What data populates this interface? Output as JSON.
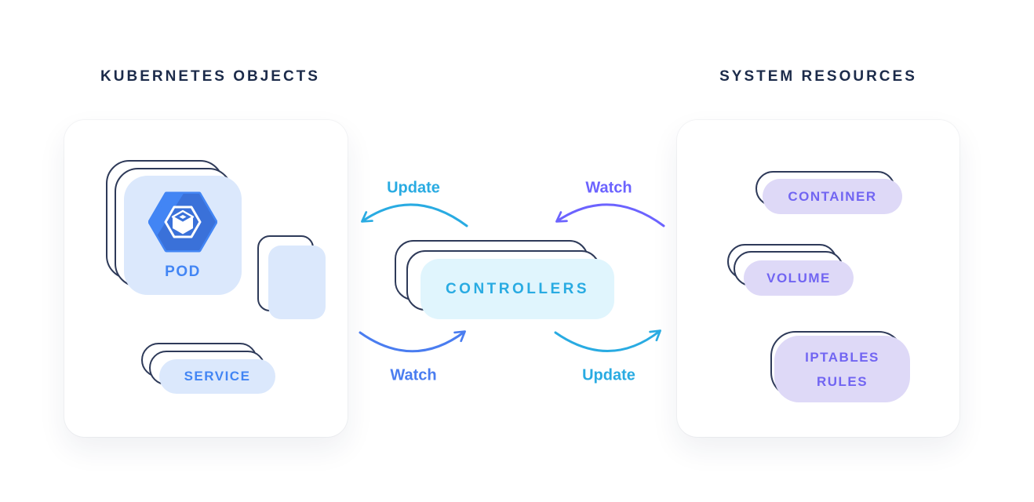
{
  "colors": {
    "navy": "#1c2b4a",
    "outline": "#2e3a59",
    "cyan": "#29abe2",
    "purple": "#6c63ff",
    "blue": "#4a7df0",
    "blue_text": "#4285f4",
    "light_blue_fill": "#dbe8fc",
    "light_cyan_fill": "#e0f5fd",
    "lavender_fill": "#ded9f7",
    "purple_text": "#7165f2",
    "hex_blue": "#4285f4",
    "hex_shadow": "#3a6fd6"
  },
  "left_panel": {
    "heading": "KUBERNETES OBJECTS",
    "pod_label": "POD",
    "service_label": "SERVICE"
  },
  "center": {
    "controllers_label": "CONTROLLERS",
    "arrow_top_left": {
      "label": "Update",
      "color": "#29abe2",
      "direction": "controllers-to-kubernetes-objects"
    },
    "arrow_top_right": {
      "label": "Watch",
      "color": "#6c63ff",
      "direction": "system-resources-to-controllers"
    },
    "arrow_bottom_left": {
      "label": "Watch",
      "color": "#4a7df0",
      "direction": "kubernetes-objects-to-controllers"
    },
    "arrow_bottom_right": {
      "label": "Update",
      "color": "#29abe2",
      "direction": "controllers-to-system-resources"
    }
  },
  "right_panel": {
    "heading": "SYSTEM RESOURCES",
    "container_label": "CONTAINER",
    "volume_label": "VOLUME",
    "iptables_line1": "IPTABLES",
    "iptables_line2": "RULES"
  }
}
